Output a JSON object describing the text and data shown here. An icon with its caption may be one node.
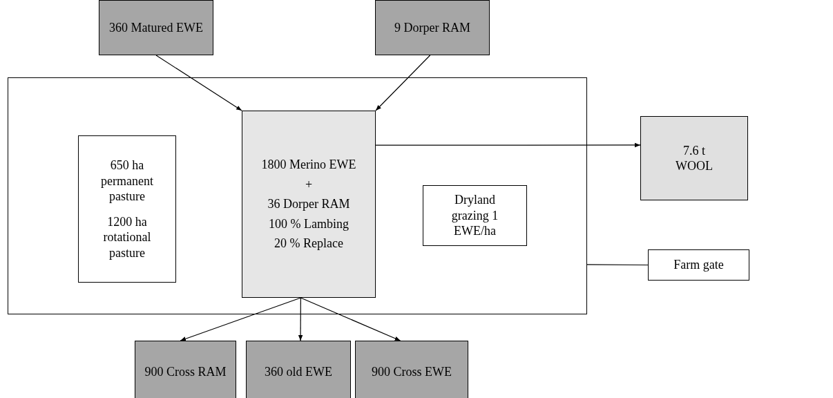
{
  "diagram": {
    "nodes": [
      {
        "text": [
          "360 Matured EWE"
        ]
      },
      {
        "text": [
          "9 Dorper RAM"
        ]
      },
      {
        "text": [],
        "shape": "box"
      },
      {
        "text": [
          "650 ha permanent pasture",
          "1200 ha rotational pasture"
        ],
        "in": 2
      },
      {
        "text": [
          "1800 Merino EWE",
          "+",
          "36 Dorper RAM",
          "100 % Lambing",
          "20 % Replace"
        ],
        "in": 2
      },
      {
        "text": [
          "Dryland grazing 1 EWE/ha"
        ],
        "in": 2
      },
      {
        "text": [
          "7.6 t WOOL"
        ]
      },
      {
        "text": [
          "Farm gate"
        ]
      },
      {
        "text": [
          "900 Cross RAM"
        ]
      },
      {
        "text": [
          "360 old EWE"
        ]
      },
      {
        "text": [
          "900 Cross EWE"
        ]
      }
    ],
    "edges": [
      {
        "from": 0,
        "to": 4,
        "arrow": "to"
      },
      {
        "from": 1,
        "to": 4,
        "arrow": "to"
      },
      {
        "from": 4,
        "to": 6,
        "arrow": "to"
      },
      {
        "from": 2,
        "to": 7,
        "arrow": "none"
      },
      {
        "from": 4,
        "to": 8,
        "arrow": "to"
      },
      {
        "from": 4,
        "to": 9,
        "arrow": "to"
      },
      {
        "from": 4,
        "to": 10,
        "arrow": "to"
      }
    ]
  }
}
